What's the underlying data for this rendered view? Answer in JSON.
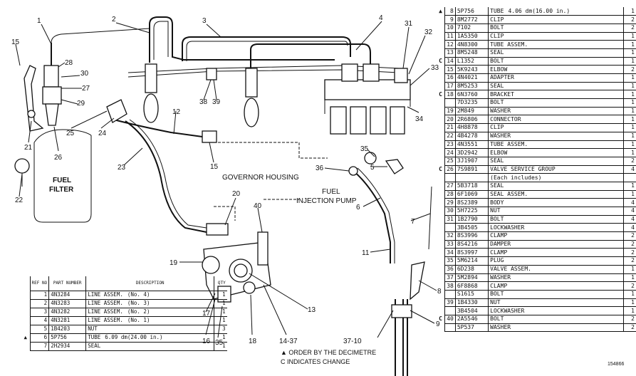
{
  "diagram": {
    "labels": {
      "fuel_filter_line1": "FUEL",
      "fuel_filter_line2": "FILTER",
      "governor_housing": "GOVERNOR HOUSING",
      "injection_pump_line1": "FUEL",
      "injection_pump_line2": "INJECTION PUMP"
    },
    "callouts": [
      "1",
      "2",
      "3",
      "4",
      "31",
      "32",
      "15",
      "28",
      "30",
      "27",
      "29",
      "25",
      "24",
      "26",
      "21",
      "22",
      "23",
      "12",
      "15",
      "38",
      "39",
      "33",
      "34",
      "35",
      "36",
      "5",
      "20",
      "40",
      "6",
      "7",
      "19",
      "11",
      "17",
      "16",
      "35",
      "18",
      "14-37",
      "13",
      "37-10",
      "9",
      "8"
    ]
  },
  "parts_list": {
    "header": {
      "ref_no": "REF NO",
      "part_number": "PART NUMBER",
      "description": "DESCRIPTION",
      "qty": "QTY"
    },
    "left_rows": [
      {
        "mark": "",
        "ref": "1",
        "part": "4N3284",
        "desc": "LINE ASSEM.",
        "note": "(No. 4)",
        "qty": "1"
      },
      {
        "mark": "",
        "ref": "2",
        "part": "4N3283",
        "desc": "LINE ASSEM.",
        "note": "(No. 3)",
        "qty": "1"
      },
      {
        "mark": "",
        "ref": "3",
        "part": "4N3282",
        "desc": "LINE ASSEM.",
        "note": "(No. 2)",
        "qty": "1"
      },
      {
        "mark": "",
        "ref": "4",
        "part": "4N3281",
        "desc": "LINE ASSEM.",
        "note": "(No. 1)",
        "qty": "1"
      },
      {
        "mark": "",
        "ref": "5",
        "part": "1B4203",
        "desc": "NUT",
        "note": "",
        "qty": "3"
      },
      {
        "mark": "▲",
        "ref": "6",
        "part": "5P756",
        "desc": "TUBE",
        "note": "6.09 dm(24.00 in.)",
        "qty": "1"
      },
      {
        "mark": "",
        "ref": "7",
        "part": "2H2934",
        "desc": "SEAL",
        "note": "",
        "qty": "1"
      }
    ],
    "right_rows": [
      {
        "mark": "▲",
        "ref": "8",
        "part": "5P756",
        "desc": "TUBE",
        "note": "4.06 dm(16.00 in.)",
        "qty": "1"
      },
      {
        "mark": "",
        "ref": "9",
        "part": "8M2772",
        "desc": "CLIP",
        "note": "",
        "qty": "2"
      },
      {
        "mark": "",
        "ref": "10",
        "part": "7102",
        "desc": "BOLT",
        "note": "",
        "qty": "2"
      },
      {
        "mark": "",
        "ref": "11",
        "part": "1A5350",
        "desc": "CLIP",
        "note": "",
        "qty": "1"
      },
      {
        "mark": "",
        "ref": "12",
        "part": "4N8300",
        "desc": "TUBE ASSEM.",
        "note": "",
        "qty": "1"
      },
      {
        "mark": "",
        "ref": "13",
        "part": "8M5248",
        "desc": "SEAL",
        "note": "",
        "qty": "1"
      },
      {
        "mark": "C",
        "ref": "14",
        "part": "L1352",
        "desc": "BOLT",
        "note": "",
        "qty": "1"
      },
      {
        "mark": "",
        "ref": "15",
        "part": "5K9243",
        "desc": "ELBOW",
        "note": "",
        "qty": "2"
      },
      {
        "mark": "",
        "ref": "16",
        "part": "4N4021",
        "desc": "ADAPTER",
        "note": "",
        "qty": "1"
      },
      {
        "mark": "",
        "ref": "17",
        "part": "8M5253",
        "desc": "SEAL",
        "note": "",
        "qty": "1"
      },
      {
        "mark": "C",
        "ref": "18",
        "part": "6N3760",
        "desc": "BRACKET",
        "note": "",
        "qty": "1"
      },
      {
        "mark": "",
        "ref": "",
        "part": "7D3235",
        "desc": "BOLT",
        "note": "",
        "qty": "1"
      },
      {
        "mark": "",
        "ref": "19",
        "part": "2M849",
        "desc": "WASHER",
        "note": "",
        "qty": "1"
      },
      {
        "mark": "",
        "ref": "20",
        "part": "2R6806",
        "desc": "CONNECTOR",
        "note": "",
        "qty": "1"
      },
      {
        "mark": "",
        "ref": "21",
        "part": "4H8878",
        "desc": "CLIP",
        "note": "",
        "qty": "1"
      },
      {
        "mark": "",
        "ref": "22",
        "part": "4B4278",
        "desc": "WASHER",
        "note": "",
        "qty": "1"
      },
      {
        "mark": "",
        "ref": "23",
        "part": "4N3551",
        "desc": "TUBE ASSEM.",
        "note": "",
        "qty": "1"
      },
      {
        "mark": "",
        "ref": "24",
        "part": "3D2942",
        "desc": "ELBOW",
        "note": "",
        "qty": "1"
      },
      {
        "mark": "",
        "ref": "25",
        "part": "3J1907",
        "desc": "SEAL",
        "note": "",
        "qty": "2"
      },
      {
        "mark": "C",
        "ref": "26",
        "part": "7S9891",
        "desc": "VALVE SERVICE GROUP",
        "note": "",
        "qty": "4"
      },
      {
        "mark": "",
        "ref": "",
        "part": "",
        "desc": "(Each includes)",
        "note": "",
        "qty": ""
      },
      {
        "mark": "",
        "ref": "27",
        "part": "5B3718",
        "desc": "SEAL",
        "note": "",
        "qty": "1"
      },
      {
        "mark": "",
        "ref": "28",
        "part": "6F1069",
        "desc": "SEAL ASSEM.",
        "note": "",
        "qty": "1"
      },
      {
        "mark": "",
        "ref": "29",
        "part": "8S2389",
        "desc": "BODY",
        "note": "",
        "qty": "4"
      },
      {
        "mark": "",
        "ref": "30",
        "part": "5H7225",
        "desc": "NUT",
        "note": "",
        "qty": "4"
      },
      {
        "mark": "",
        "ref": "31",
        "part": "1B2790",
        "desc": "BOLT",
        "note": "",
        "qty": "4"
      },
      {
        "mark": "",
        "ref": "",
        "part": "3B4505",
        "desc": "LOCKWASHER",
        "note": "",
        "qty": "4"
      },
      {
        "mark": "",
        "ref": "32",
        "part": "8S3996",
        "desc": "CLAMP",
        "note": "",
        "qty": "2"
      },
      {
        "mark": "",
        "ref": "33",
        "part": "8S4216",
        "desc": "DAMPER",
        "note": "",
        "qty": "2"
      },
      {
        "mark": "",
        "ref": "34",
        "part": "8S3997",
        "desc": "CLAMP",
        "note": "",
        "qty": "2"
      },
      {
        "mark": "",
        "ref": "35",
        "part": "5M6214",
        "desc": "PLUG",
        "note": "",
        "qty": "2"
      },
      {
        "mark": "",
        "ref": "36",
        "part": "6D238",
        "desc": "VALVE ASSEM.",
        "note": "",
        "qty": "1"
      },
      {
        "mark": "",
        "ref": "37",
        "part": "5M2894",
        "desc": "WASHER",
        "note": "",
        "qty": "1"
      },
      {
        "mark": "",
        "ref": "38",
        "part": "6F8868",
        "desc": "CLAMP",
        "note": "",
        "qty": "2"
      },
      {
        "mark": "",
        "ref": "",
        "part": "S1615",
        "desc": "BOLT",
        "note": "",
        "qty": "1"
      },
      {
        "mark": "",
        "ref": "39",
        "part": "1B4330",
        "desc": "NUT",
        "note": "",
        "qty": "1"
      },
      {
        "mark": "",
        "ref": "",
        "part": "3B4504",
        "desc": "LOCKWASHER",
        "note": "",
        "qty": "1"
      },
      {
        "mark": "C",
        "ref": "40",
        "part": "2A5546",
        "desc": "BOLT",
        "note": "",
        "qty": "2"
      },
      {
        "mark": "",
        "ref": "",
        "part": "5P537",
        "desc": "WASHER",
        "note": "",
        "qty": "2"
      }
    ]
  },
  "footnotes": {
    "order": "▲ ORDER BY THE DECIMETRE",
    "change": "C INDICATES CHANGE"
  },
  "figure_number": "154866"
}
